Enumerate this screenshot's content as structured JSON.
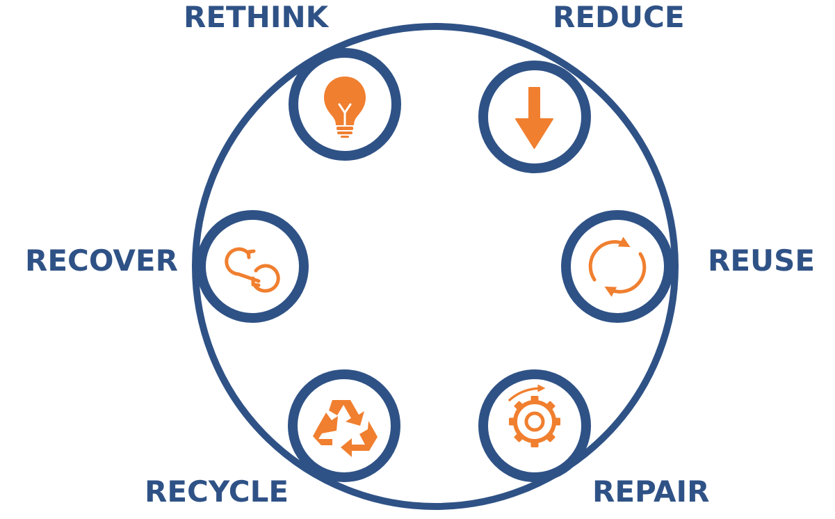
{
  "colors": {
    "ring": "#2f5286",
    "icon": "#f07f2f",
    "background": "#ffffff"
  },
  "steps": [
    {
      "label": "RETHINK",
      "icon": "lightbulb-icon"
    },
    {
      "label": "REDUCE",
      "icon": "arrow-down-icon"
    },
    {
      "label": "REUSE",
      "icon": "cycle-arrows-icon"
    },
    {
      "label": "REPAIR",
      "icon": "gear-icon"
    },
    {
      "label": "RECYCLE",
      "icon": "recycle-icon"
    },
    {
      "label": "RECOVER",
      "icon": "infinity-loop-icon"
    }
  ]
}
